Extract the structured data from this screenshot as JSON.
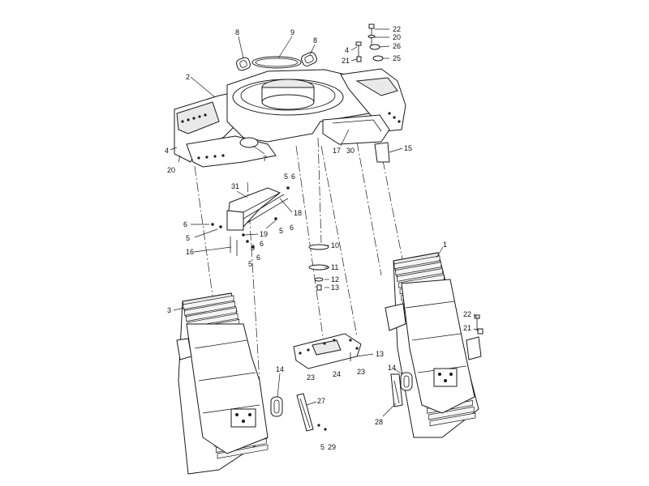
{
  "diagram": {
    "callouts": [
      {
        "id": "c8a",
        "label": "8"
      },
      {
        "id": "c9",
        "label": "9"
      },
      {
        "id": "c8b",
        "label": "8"
      },
      {
        "id": "c22a",
        "label": "22"
      },
      {
        "id": "c20a",
        "label": "20"
      },
      {
        "id": "c4a",
        "label": "4"
      },
      {
        "id": "c26",
        "label": "26"
      },
      {
        "id": "c21a",
        "label": "21"
      },
      {
        "id": "c25",
        "label": "25"
      },
      {
        "id": "c2",
        "label": "2"
      },
      {
        "id": "c4b",
        "label": "4"
      },
      {
        "id": "c20b",
        "label": "20"
      },
      {
        "id": "c7",
        "label": "7"
      },
      {
        "id": "c17",
        "label": "17"
      },
      {
        "id": "c30",
        "label": "30"
      },
      {
        "id": "c15",
        "label": "15"
      },
      {
        "id": "c31",
        "label": "31"
      },
      {
        "id": "c5a",
        "label": "5"
      },
      {
        "id": "c6a",
        "label": "6"
      },
      {
        "id": "c18",
        "label": "18"
      },
      {
        "id": "c6b",
        "label": "6"
      },
      {
        "id": "c5b",
        "label": "5"
      },
      {
        "id": "c6c",
        "label": "6"
      },
      {
        "id": "c19",
        "label": "19"
      },
      {
        "id": "c5c",
        "label": "5"
      },
      {
        "id": "c6d",
        "label": "6"
      },
      {
        "id": "c16",
        "label": "16"
      },
      {
        "id": "c5d",
        "label": "5"
      },
      {
        "id": "c6e",
        "label": "6"
      },
      {
        "id": "c5e",
        "label": "5"
      },
      {
        "id": "c10",
        "label": "10"
      },
      {
        "id": "c11",
        "label": "11"
      },
      {
        "id": "c12",
        "label": "12"
      },
      {
        "id": "c13a",
        "label": "13"
      },
      {
        "id": "c1",
        "label": "1"
      },
      {
        "id": "c3",
        "label": "3"
      },
      {
        "id": "c22b",
        "label": "22"
      },
      {
        "id": "c21b",
        "label": "21"
      },
      {
        "id": "c13b",
        "label": "13"
      },
      {
        "id": "c23a",
        "label": "23"
      },
      {
        "id": "c24",
        "label": "24"
      },
      {
        "id": "c23b",
        "label": "23"
      },
      {
        "id": "c14a",
        "label": "14"
      },
      {
        "id": "c14b",
        "label": "14"
      },
      {
        "id": "c27",
        "label": "27"
      },
      {
        "id": "c28",
        "label": "28"
      },
      {
        "id": "c5f",
        "label": "5"
      },
      {
        "id": "c29",
        "label": "29"
      }
    ]
  }
}
